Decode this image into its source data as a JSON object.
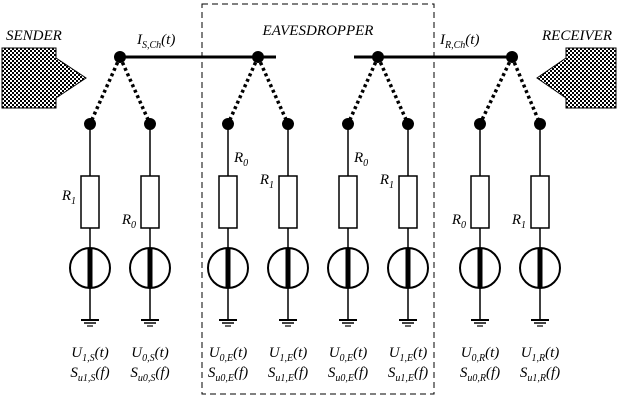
{
  "labels": {
    "sender": "SENDER",
    "receiver": "RECEIVER",
    "eavesdropper": "EAVESDROPPER"
  },
  "currents": {
    "sender": {
      "symbol": "I",
      "sub": "S,Ch",
      "arg": "(t)"
    },
    "receiver": {
      "symbol": "I",
      "sub": "R,Ch",
      "arg": "(t)"
    }
  },
  "branches": [
    {
      "id": "sender-r1",
      "resistor": {
        "symbol": "R",
        "sub": "1"
      },
      "voltage": {
        "symbol": "U",
        "sub": "1,S",
        "arg": "(t)"
      },
      "spectrum": {
        "symbol": "S",
        "sub": "u1,S",
        "arg": "(f)"
      }
    },
    {
      "id": "sender-r0",
      "resistor": {
        "symbol": "R",
        "sub": "0"
      },
      "voltage": {
        "symbol": "U",
        "sub": "0,S",
        "arg": "(t)"
      },
      "spectrum": {
        "symbol": "S",
        "sub": "u0,S",
        "arg": "(f)"
      }
    },
    {
      "id": "eve-left-r0",
      "resistor": {
        "symbol": "R",
        "sub": "0"
      },
      "voltage": {
        "symbol": "U",
        "sub": "0,E",
        "arg": "(t)"
      },
      "spectrum": {
        "symbol": "S",
        "sub": "u0,E",
        "arg": "(f)"
      }
    },
    {
      "id": "eve-left-r1",
      "resistor": {
        "symbol": "R",
        "sub": "1"
      },
      "voltage": {
        "symbol": "U",
        "sub": "1,E",
        "arg": "(t)"
      },
      "spectrum": {
        "symbol": "S",
        "sub": "u1,E",
        "arg": "(f)"
      }
    },
    {
      "id": "eve-right-r0",
      "resistor": {
        "symbol": "R",
        "sub": "0"
      },
      "voltage": {
        "symbol": "U",
        "sub": "0,E",
        "arg": "(t)"
      },
      "spectrum": {
        "symbol": "S",
        "sub": "u0,E",
        "arg": "(f)"
      }
    },
    {
      "id": "eve-right-r1",
      "resistor": {
        "symbol": "R",
        "sub": "1"
      },
      "voltage": {
        "symbol": "U",
        "sub": "1,E",
        "arg": "(t)"
      },
      "spectrum": {
        "symbol": "S",
        "sub": "u1,E",
        "arg": "(f)"
      }
    },
    {
      "id": "receiver-r0",
      "resistor": {
        "symbol": "R",
        "sub": "0"
      },
      "voltage": {
        "symbol": "U",
        "sub": "0,R",
        "arg": "(t)"
      },
      "spectrum": {
        "symbol": "S",
        "sub": "u0,R",
        "arg": "(f)"
      }
    },
    {
      "id": "receiver-r1",
      "resistor": {
        "symbol": "R",
        "sub": "1"
      },
      "voltage": {
        "symbol": "U",
        "sub": "1,R",
        "arg": "(t)"
      },
      "spectrum": {
        "symbol": "S",
        "sub": "u1,R",
        "arg": "(f)"
      }
    }
  ]
}
